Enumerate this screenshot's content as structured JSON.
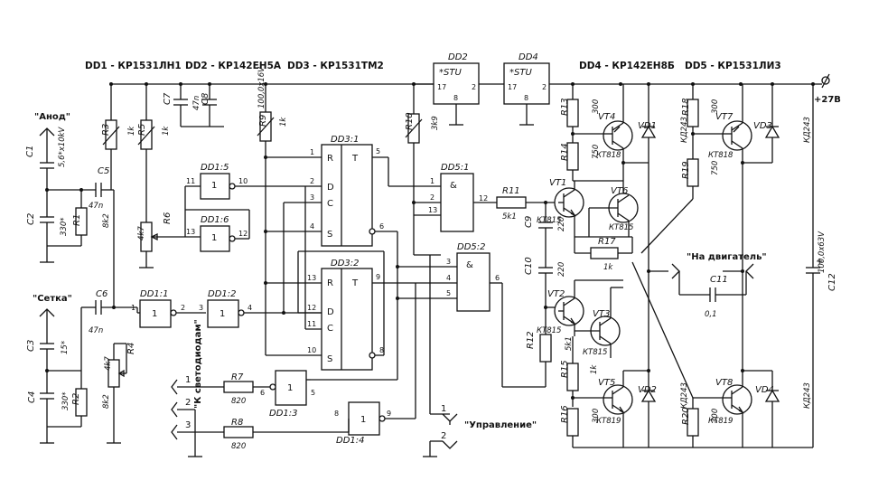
{
  "header": {
    "dd1": "DD1 - КР1531ЛН1",
    "dd2": "DD2 - КР142ЕН5А",
    "dd3": "DD3 - КР1531ТМ2",
    "dd4": "DD4 - КР142ЕН8Б",
    "dd5": "DD5 - КР1531ЛИ3"
  },
  "labels": {
    "anod": "\"Анод\"",
    "setka": "\"Сетка\"",
    "leds": "\"К светодиодам\"",
    "control": "\"Управление\"",
    "motor": "\"На двигатель\"",
    "supply": "+27В"
  },
  "regulators": {
    "dd2": {
      "name": "DD2",
      "type": "*STU",
      "pin_in": "17",
      "pin_out": "2",
      "pin_gnd": "8"
    },
    "dd4": {
      "name": "DD4",
      "type": "*STU",
      "pin_in": "17",
      "pin_out": "2",
      "pin_gnd": "8"
    }
  },
  "inverters": {
    "dd1_5": {
      "name": "DD1:5",
      "sym": "1",
      "in": "11",
      "out": "10"
    },
    "dd1_6": {
      "name": "DD1:6",
      "sym": "1",
      "in": "13",
      "out": "12"
    },
    "dd1_1": {
      "name": "DD1:1",
      "sym": "1",
      "in": "1",
      "out": "2"
    },
    "dd1_2": {
      "name": "DD1:2",
      "sym": "1",
      "in": "3",
      "out": "4"
    },
    "dd1_3": {
      "name": "DD1:3",
      "sym": "1",
      "in": "6",
      "out": "5"
    },
    "dd1_4": {
      "name": "DD1:4",
      "sym": "1",
      "in": "8",
      "out": "9"
    }
  },
  "flipflops": {
    "ff1": {
      "name": "DD3:1",
      "r": "R",
      "t": "T",
      "d": "D",
      "c": "C",
      "s": "S",
      "p1": "1",
      "p5": "5",
      "p2": "2",
      "p3": "3",
      "p4": "4",
      "p6": "6"
    },
    "ff2": {
      "name": "DD3:2",
      "r": "R",
      "t": "T",
      "d": "D",
      "c": "C",
      "s": "S",
      "p13": "13",
      "p9": "9",
      "p12": "12",
      "p11": "11",
      "p10": "10",
      "p8": "8"
    }
  },
  "andgates": {
    "g1": {
      "name": "DD5:1",
      "sym": "&",
      "p1": "1",
      "p2": "2",
      "p13": "13",
      "out": "12"
    },
    "g2": {
      "name": "DD5:2",
      "sym": "&",
      "p3": "3",
      "p4": "4",
      "p5": "5",
      "out": "6"
    }
  },
  "capacitors": {
    "c1": {
      "name": "C1",
      "value": "5,6*x10kV"
    },
    "c2": {
      "name": "C2",
      "value": "330*"
    },
    "c3": {
      "name": "C3",
      "value": "15*"
    },
    "c4": {
      "name": "C4",
      "value": "330*"
    },
    "c5": {
      "name": "C5",
      "value": "47n"
    },
    "c6": {
      "name": "C6",
      "value": "47n"
    },
    "c7": {
      "name": "C7",
      "value": "47n"
    },
    "c8": {
      "name": "C8",
      "value": "100,0x16V"
    },
    "c9": {
      "name": "C9",
      "value": "220"
    },
    "c10": {
      "name": "C10",
      "value": "220"
    },
    "c11": {
      "name": "C11",
      "value": "0,1"
    },
    "c12": {
      "name": "C12",
      "value": "100,0x63V"
    }
  },
  "resistors": {
    "r1": {
      "name": "R1",
      "value": "8k2"
    },
    "r2": {
      "name": "R2",
      "value": "8k2"
    },
    "r3": {
      "name": "R3",
      "value": "1k"
    },
    "r4": {
      "name": "R4",
      "value": "4k7"
    },
    "r5": {
      "name": "R5",
      "value": "1k"
    },
    "r6": {
      "name": "R6",
      "value": "4k7"
    },
    "r7": {
      "name": "R7",
      "value": "820"
    },
    "r8": {
      "name": "R8",
      "value": "820"
    },
    "r9": {
      "name": "R9",
      "value": "1k"
    },
    "r10": {
      "name": "R10",
      "value": "3k9"
    },
    "r11": {
      "name": "R11",
      "value": "5k1"
    },
    "r12": {
      "name": "R12",
      "value": "5k1"
    },
    "r13": {
      "name": "R13",
      "value": "300"
    },
    "r14": {
      "name": "R14",
      "value": "750"
    },
    "r15": {
      "name": "R15",
      "value": "1k"
    },
    "r16": {
      "name": "R16",
      "value": "300"
    },
    "r17": {
      "name": "R17",
      "value": "1k"
    },
    "r18": {
      "name": "R18",
      "value": "300"
    },
    "r19": {
      "name": "R19",
      "value": "750"
    },
    "r20": {
      "name": "R20",
      "value": "300"
    }
  },
  "transistors": {
    "vt1": {
      "name": "VT1",
      "type": "КТ815"
    },
    "vt2": {
      "name": "VT2",
      "type": "КТ815"
    },
    "vt3": {
      "name": "VT3",
      "type": "КТ815"
    },
    "vt4": {
      "name": "VT4",
      "type": "КТ818"
    },
    "vt5": {
      "name": "VT5",
      "type": "КТ819"
    },
    "vt6": {
      "name": "VT6",
      "type": "КТ815"
    },
    "vt7": {
      "name": "VT7",
      "type": "КТ818"
    },
    "vt8": {
      "name": "VT8",
      "type": "КТ819"
    }
  },
  "diodes": {
    "vd1": {
      "name": "VD1",
      "type": "КД243"
    },
    "vd2": {
      "name": "VD2",
      "type": "КД243"
    },
    "vd3": {
      "name": "VD3",
      "type": "КД243"
    },
    "vd4": {
      "name": "VD4",
      "type": "КД243"
    }
  },
  "connectors": {
    "leds_p1": "1",
    "leds_p2": "2",
    "leds_p3": "3",
    "ctl_p1": "1",
    "ctl_p2": "2"
  }
}
